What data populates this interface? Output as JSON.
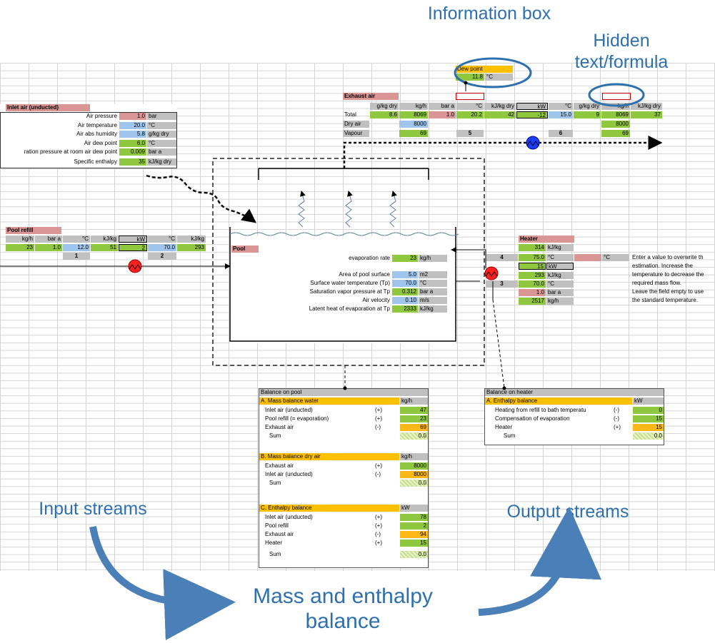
{
  "callouts": {
    "information_box": "Information box",
    "hidden_text": "Hidden text/formula",
    "input_streams": "Input streams",
    "output_streams": "Output streams",
    "mass_enthalpy": "Mass and enthalpy balance"
  },
  "dew_point_box": {
    "title": "Dew point",
    "value": "11.8",
    "unit": "°C"
  },
  "inlet_air": {
    "title": "Inlet air (unducted)",
    "rows": [
      {
        "label": "Air pressure",
        "value": "1.0",
        "unit": "bar"
      },
      {
        "label": "Air temperature",
        "value": "20.0",
        "unit": "°C"
      },
      {
        "label": "Air abs humidity",
        "value": "5.8",
        "unit": "g/kg dry"
      },
      {
        "label": "Air dew point",
        "value": "6.0",
        "unit": "°C"
      },
      {
        "label": "ration pressure at room air dew point",
        "value": "0.009",
        "unit": "bar a"
      },
      {
        "label": "Specific enthalpy",
        "value": "35",
        "unit": "kJ/kg dry"
      }
    ]
  },
  "exhaust_air": {
    "title": "Exhaust air",
    "headers": [
      "g/kg dry",
      "kg/h",
      "bar a",
      "°C",
      "kJ/kg dry",
      "kW",
      "°C",
      "g/kg dry",
      "kg/h",
      "kJ/kg dry"
    ],
    "total_label": "Total",
    "total": [
      "8.6",
      "8069",
      "1.0",
      "20.2",
      "42",
      "-12",
      "15.0",
      "9",
      "8069",
      "37"
    ],
    "dry_air_label": "Dry air",
    "dry_air": [
      "8000",
      "8000"
    ],
    "vapour_label": "Vapour",
    "vapour": [
      "69",
      "69"
    ],
    "stream_numbers": [
      "5",
      "6"
    ]
  },
  "pool_refill": {
    "title": "Pool refill",
    "headers": [
      "kg/h",
      "bar a",
      "°C",
      "kJ/kg",
      "kW",
      "°C",
      "kJ/kg"
    ],
    "values": [
      "23",
      "1.0",
      "12.0",
      "51",
      "2",
      "70.0",
      "293"
    ],
    "stream_numbers": [
      "1",
      "2"
    ]
  },
  "pool": {
    "title": "Pool",
    "evaporation_label": "evaporation rate",
    "evaporation_value": "23",
    "evaporation_unit": "kg/h",
    "rows": [
      {
        "label": "Area of pool surface",
        "value": "5.0",
        "unit": "m2"
      },
      {
        "label": "Surface water temperature (Tp)",
        "value": "70.0",
        "unit": "°C"
      },
      {
        "label": "Saturation vapor pressure at Tp",
        "value": "0.312",
        "unit": "bar a"
      },
      {
        "label": "Air velocity",
        "value": "0.10",
        "unit": "m/s"
      },
      {
        "label": "Latent heat of evaporation at Tp",
        "value": "2333",
        "unit": "kJ/kg"
      }
    ]
  },
  "heater": {
    "title": "Heater",
    "rows": [
      {
        "value": "314",
        "unit": "kJ/kg"
      },
      {
        "value": "75.0",
        "unit": "°C"
      },
      {
        "value": "15",
        "unit": "kW"
      },
      {
        "value": "293",
        "unit": "kJ/kg"
      },
      {
        "value": "70.0",
        "unit": "°C"
      },
      {
        "value": "1.0",
        "unit": "bar a"
      },
      {
        "value": "2517",
        "unit": "kg/h"
      }
    ],
    "stream_numbers": [
      "4",
      "3"
    ],
    "override_unit": "°C",
    "note_lines": [
      "Enter a value to overwrite th",
      "estimation. Increase the",
      "temperature to decrease the",
      "required mass flow.",
      "Leave the field empty to use",
      "the standard temperature."
    ]
  },
  "balance_pool": {
    "title": "Balance on pool",
    "sections": [
      {
        "title": "A. Mass balance water",
        "unit": "kg/h",
        "rows": [
          {
            "label": "Inlet air (unducted)",
            "sign": "(+)",
            "value": "47"
          },
          {
            "label": "Pool refill (= evaporation)",
            "sign": "(+)",
            "value": "23"
          },
          {
            "label": "Exhaust air",
            "sign": "(-)",
            "value": "69"
          }
        ],
        "sum_label": "Sum",
        "sum": "0.0"
      },
      {
        "title": "B. Mass balance dry air",
        "unit": "kg/h",
        "rows": [
          {
            "label": "Exhaust air",
            "sign": "(+)",
            "value": "8000"
          },
          {
            "label": "Inlet air (unducted)",
            "sign": "(-)",
            "value": "8000"
          }
        ],
        "sum_label": "Sum",
        "sum": "0.0"
      },
      {
        "title": "C. Enthalpy balance",
        "unit": "kW",
        "rows": [
          {
            "label": "Inlet air (unducted)",
            "sign": "(+)",
            "value": "78"
          },
          {
            "label": "Pool refill",
            "sign": "(+)",
            "value": "2"
          },
          {
            "label": "Exhaust air",
            "sign": "(-)",
            "value": "94"
          },
          {
            "label": "Heater",
            "sign": "(+)",
            "value": "15"
          }
        ],
        "sum_label": "Sum",
        "sum": "0.0"
      }
    ]
  },
  "balance_heater": {
    "title": "Balance on heater",
    "section_title": "A. Enthalpy balance",
    "unit": "kW",
    "rows": [
      {
        "label": "Heating from refill to bath temperatu",
        "sign": "(-)",
        "value": "0"
      },
      {
        "label": "Compensation of evaporation",
        "sign": "(-)",
        "value": "15"
      },
      {
        "label": "Heater",
        "sign": "(+)",
        "value": "15"
      }
    ],
    "sum_label": "Sum",
    "sum": "0.0"
  },
  "colors": {
    "accent_blue": "#2e6fae",
    "green": "#8fc73e",
    "pink": "#d99694",
    "orange": "#fcb816"
  }
}
